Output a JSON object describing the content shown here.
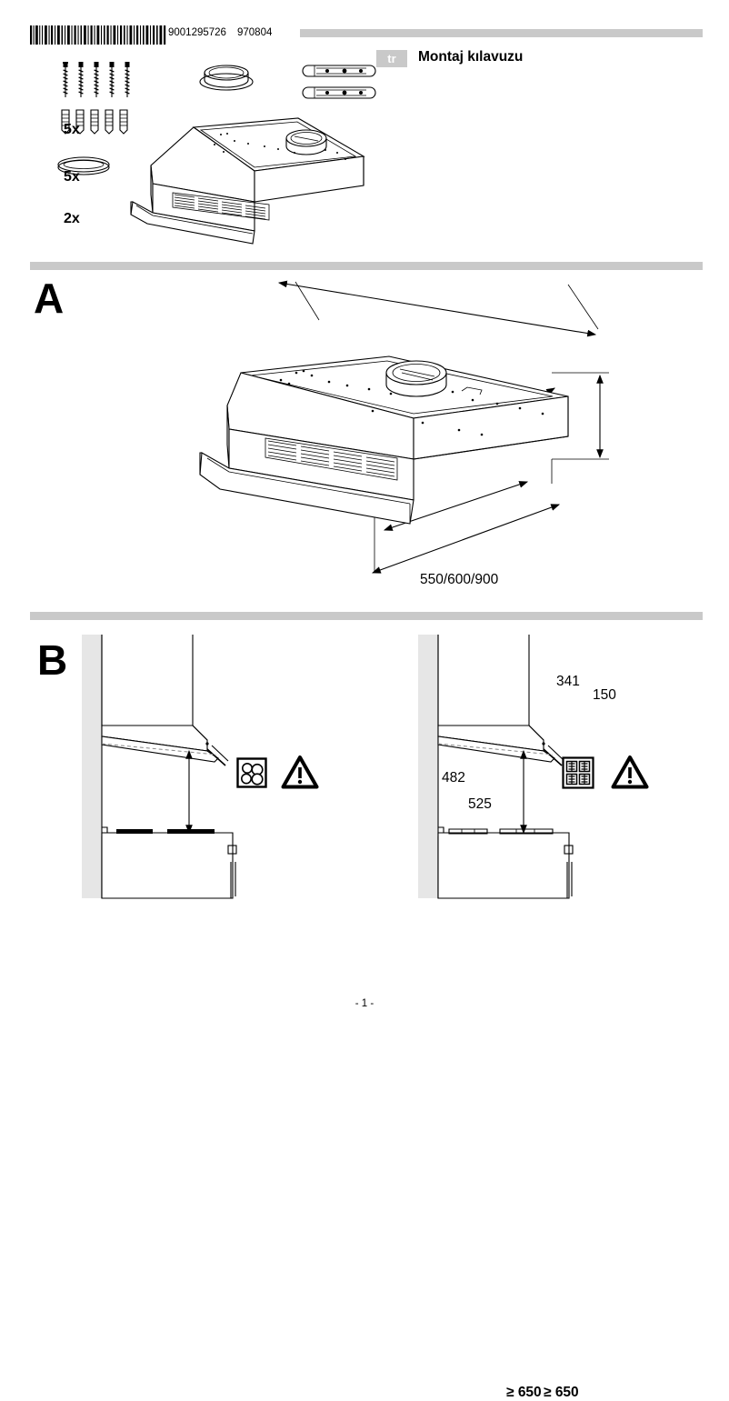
{
  "document": {
    "type": "appliance-installation-manual",
    "page_number": "- 1 -"
  },
  "header": {
    "barcode_number": "9001295726",
    "date_code": "970804",
    "language_code": "tr",
    "title": "Montaj kılavuzu"
  },
  "parts_list": {
    "items": [
      {
        "quantity": "5x",
        "part": "screws"
      },
      {
        "quantity": "5x",
        "part": "wall-plugs"
      },
      {
        "quantity": "2x",
        "part": "sealing-rings"
      },
      {
        "quantity": "2x",
        "part": "mounting-rails"
      }
    ],
    "unlabeled_parts": [
      {
        "part": "duct-collar-flange"
      },
      {
        "part": "small-bracket"
      },
      {
        "part": "cooker-hood"
      }
    ]
  },
  "sections": [
    {
      "letter": "A",
      "name": "dimensions",
      "dimensions": {
        "width": "550/600/900",
        "depth": "341",
        "height": "150",
        "front_depth": "482",
        "total_depth": "525"
      }
    },
    {
      "letter": "B",
      "name": "installation-clearance",
      "panels": [
        {
          "id": "left",
          "hob_type": "electric-hob",
          "clearance": "",
          "warning": "warning-triangle"
        },
        {
          "id": "right",
          "hob_type": "gas-hob",
          "clearance_a": "≥ 650",
          "clearance_b": "≥ 650",
          "warning": "warning-triangle"
        }
      ]
    }
  ],
  "colors": {
    "bar_gray": "#c9c9c9",
    "wall_gray": "#e6e6e6",
    "line_black": "#000000"
  }
}
